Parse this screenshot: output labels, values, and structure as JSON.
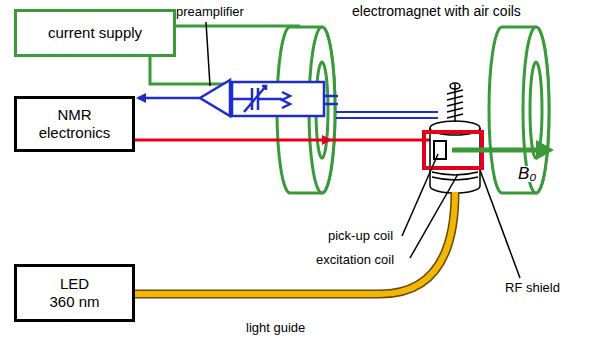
{
  "diagram": {
    "nodes": [
      {
        "text": [
          "current supply"
        ]
      },
      {
        "text": [
          "NMR electronics"
        ]
      },
      {
        "text": [
          "LED 360 nm"
        ]
      }
    ],
    "labels": [
      "preamplifier",
      "electromagnet with air coils",
      "pick-up coil",
      "excitation coil",
      "RF shield",
      "B₀",
      "light guide"
    ]
  }
}
